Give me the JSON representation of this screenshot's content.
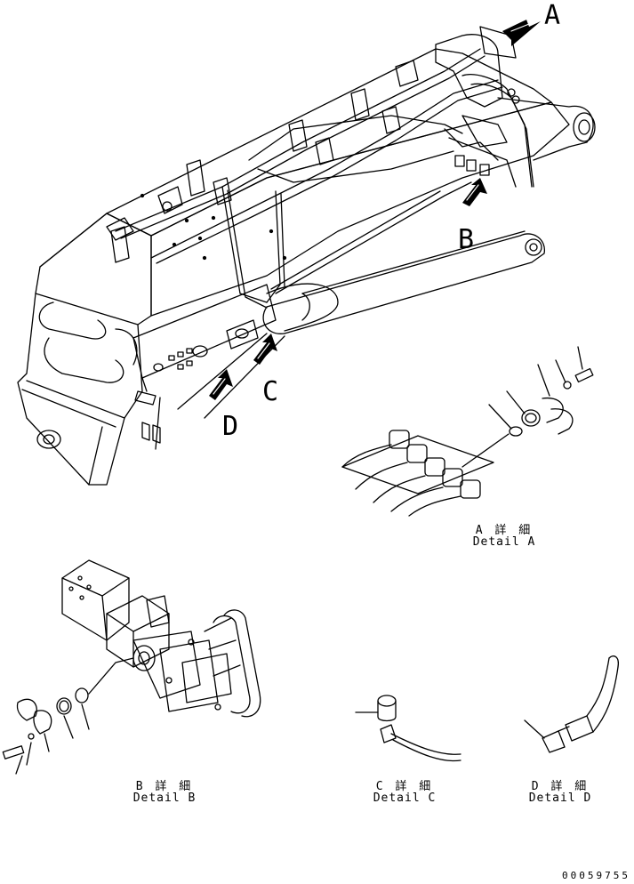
{
  "callouts": {
    "a": "A",
    "b": "B",
    "c": "C",
    "d": "D"
  },
  "details": {
    "a": {
      "jp": "A 詳 細",
      "en": "Detail A"
    },
    "b": {
      "jp": "B 詳 細",
      "en": "Detail B"
    },
    "c": {
      "jp": "C 詳 細",
      "en": "Detail C"
    },
    "d": {
      "jp": "D 詳 細",
      "en": "Detail D"
    }
  },
  "drawing_number": "00059755"
}
